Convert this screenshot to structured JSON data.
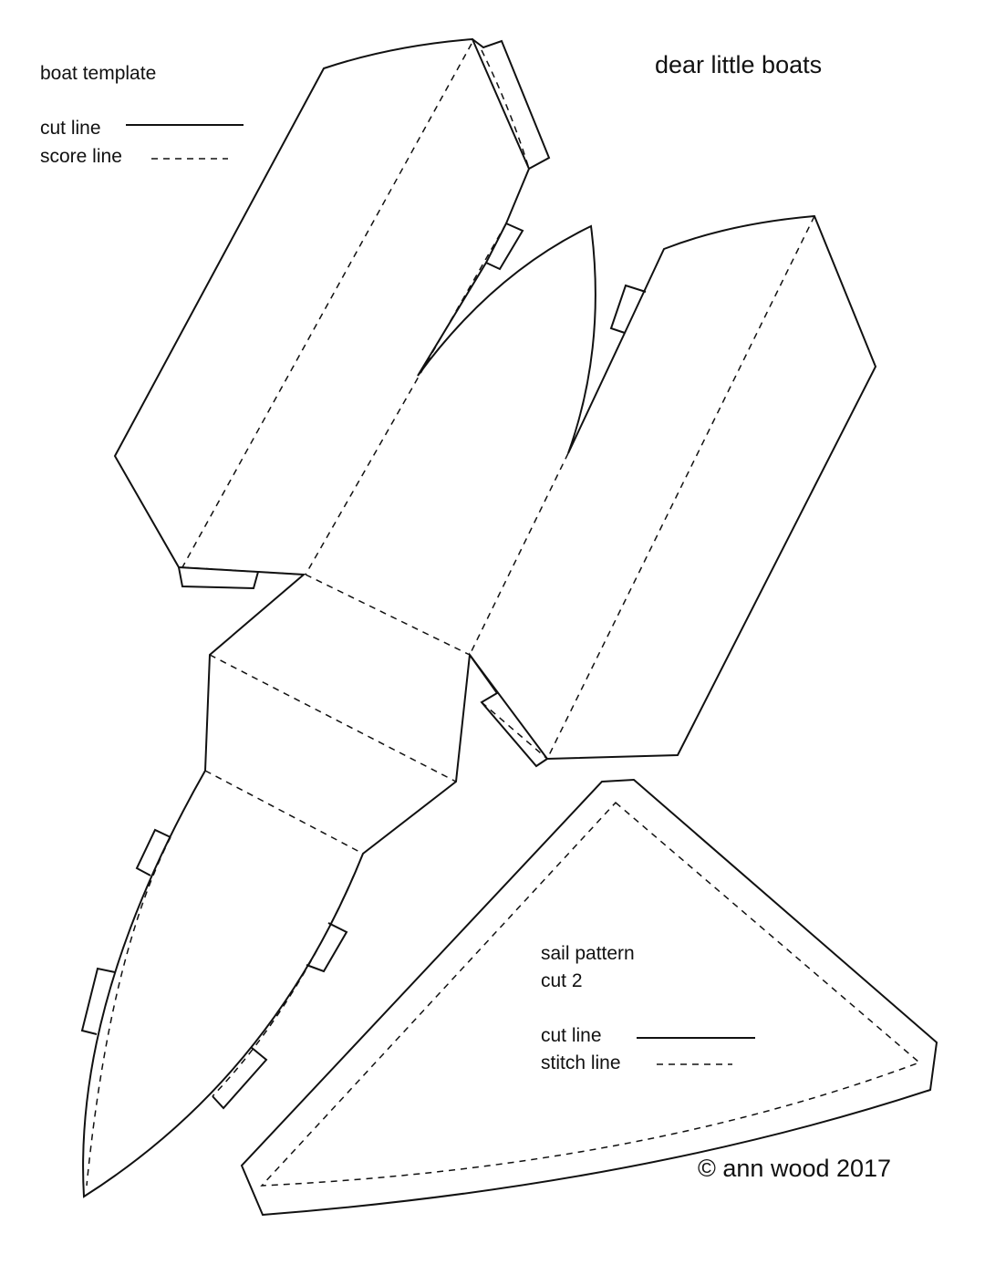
{
  "boat_legend": {
    "title": "boat template",
    "cut_line": "cut line",
    "score_line": "score line"
  },
  "header": {
    "title": "dear little boats"
  },
  "sail_legend": {
    "title": "sail pattern",
    "quantity": "cut 2",
    "cut_line": "cut line",
    "stitch_line": "stitch line"
  },
  "footer": {
    "copyright": "© ann wood 2017"
  }
}
